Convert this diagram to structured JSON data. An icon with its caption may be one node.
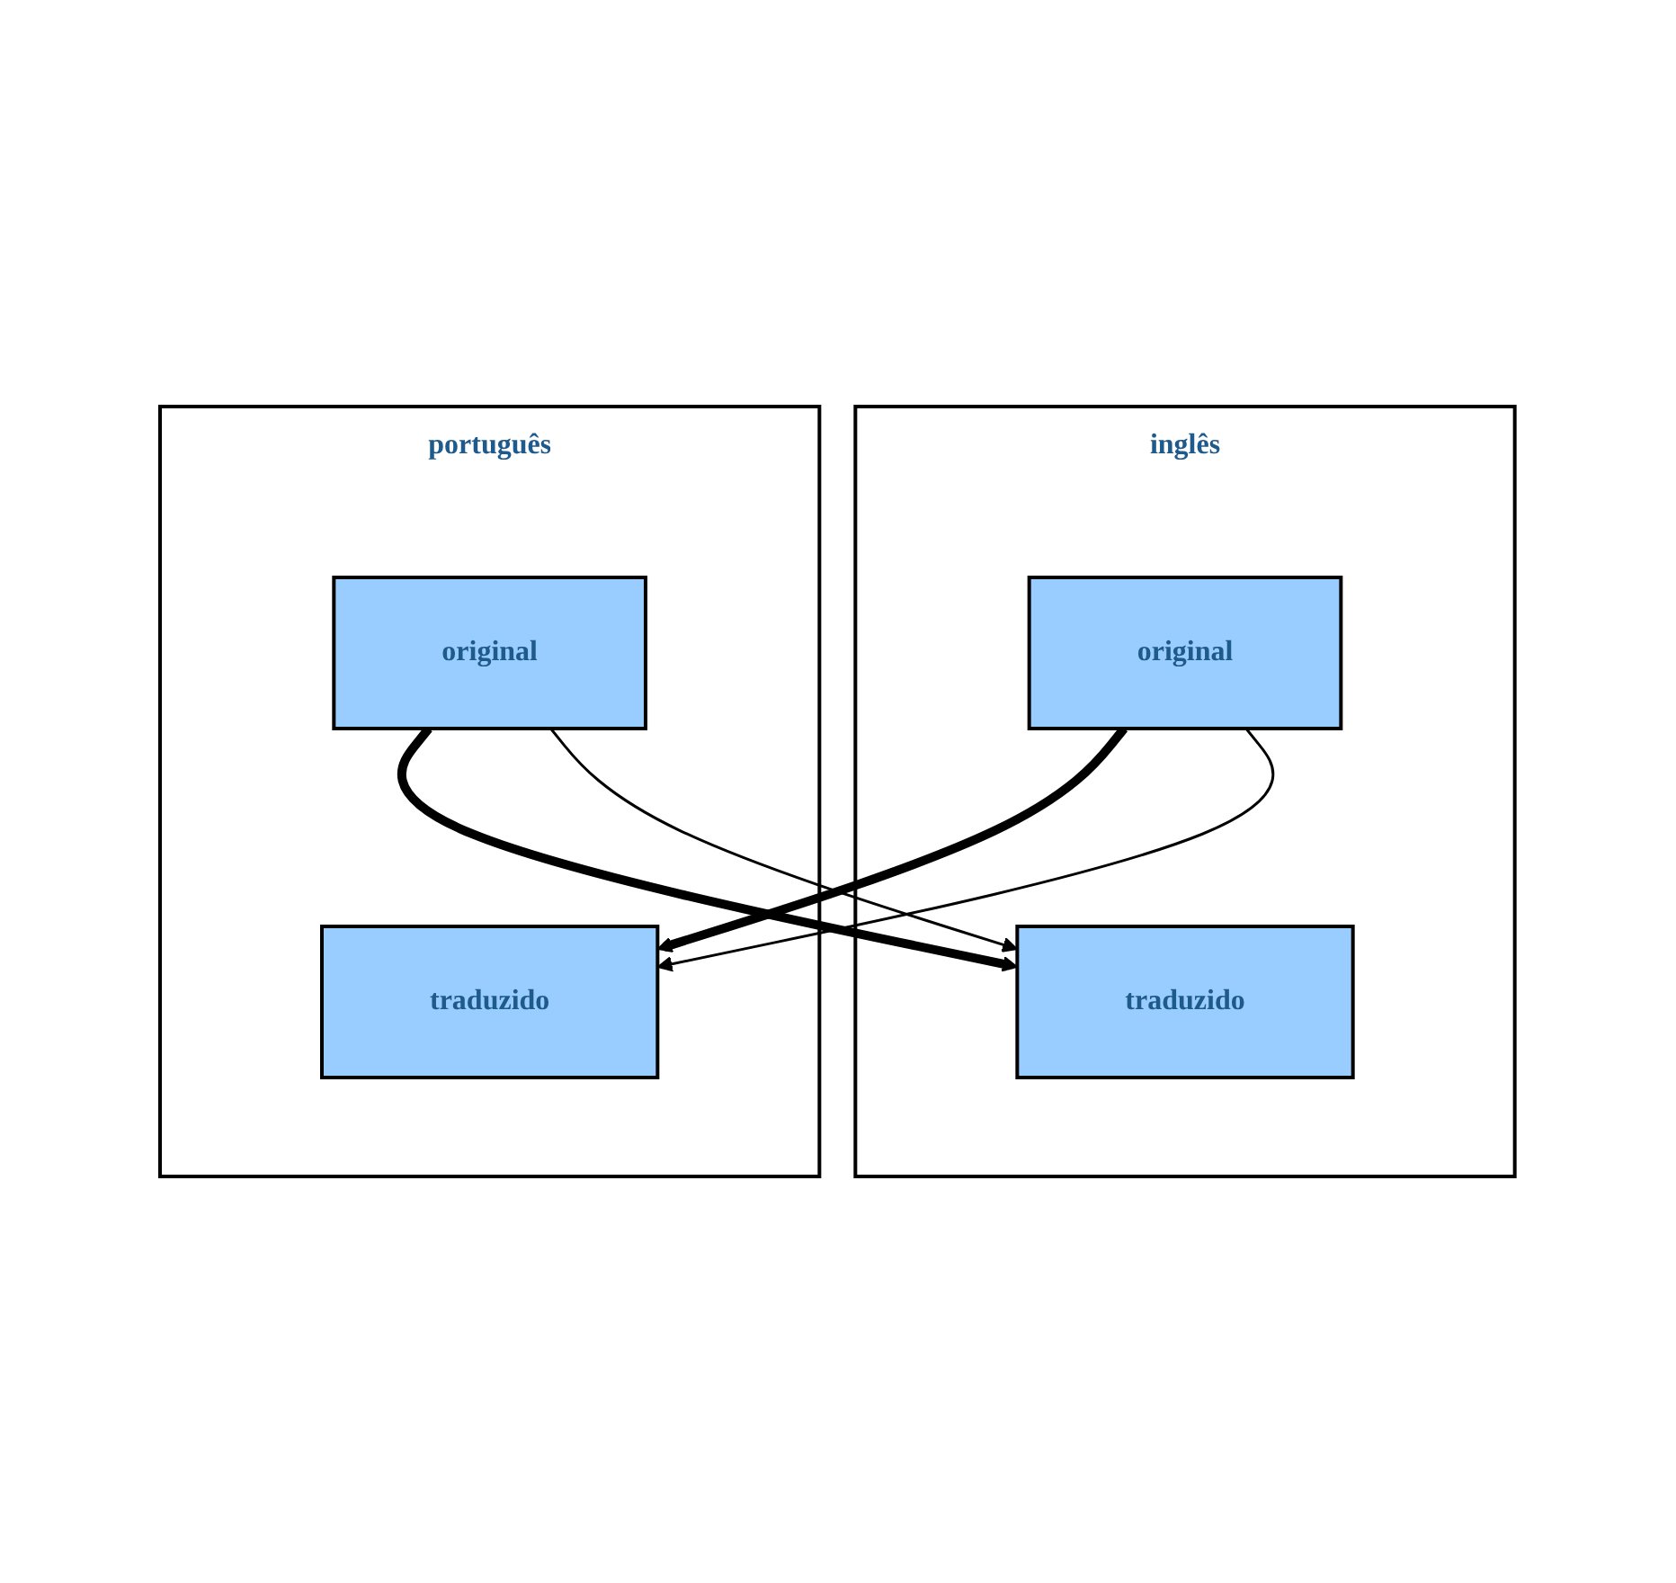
{
  "diagram": {
    "nodes": [
      {
        "text": [
          "português"
        ]
      },
      {
        "text": [
          "original"
        ],
        "in": 0
      },
      {
        "text": [
          "traduzido"
        ],
        "in": 0
      },
      {
        "text": [
          "inglês"
        ]
      },
      {
        "text": [
          "traduzido"
        ],
        "in": 3
      },
      {
        "text": [
          "original"
        ],
        "in": 3
      }
    ],
    "edges": [
      {
        "from": 1,
        "to": 4,
        "arrow": "to",
        "style": "thick"
      },
      {
        "from": 1,
        "to": 4,
        "arrow": "to"
      },
      {
        "from": 5,
        "to": 2,
        "arrow": "to",
        "style": "thick"
      },
      {
        "from": 5,
        "to": 2,
        "arrow": "to"
      }
    ]
  }
}
